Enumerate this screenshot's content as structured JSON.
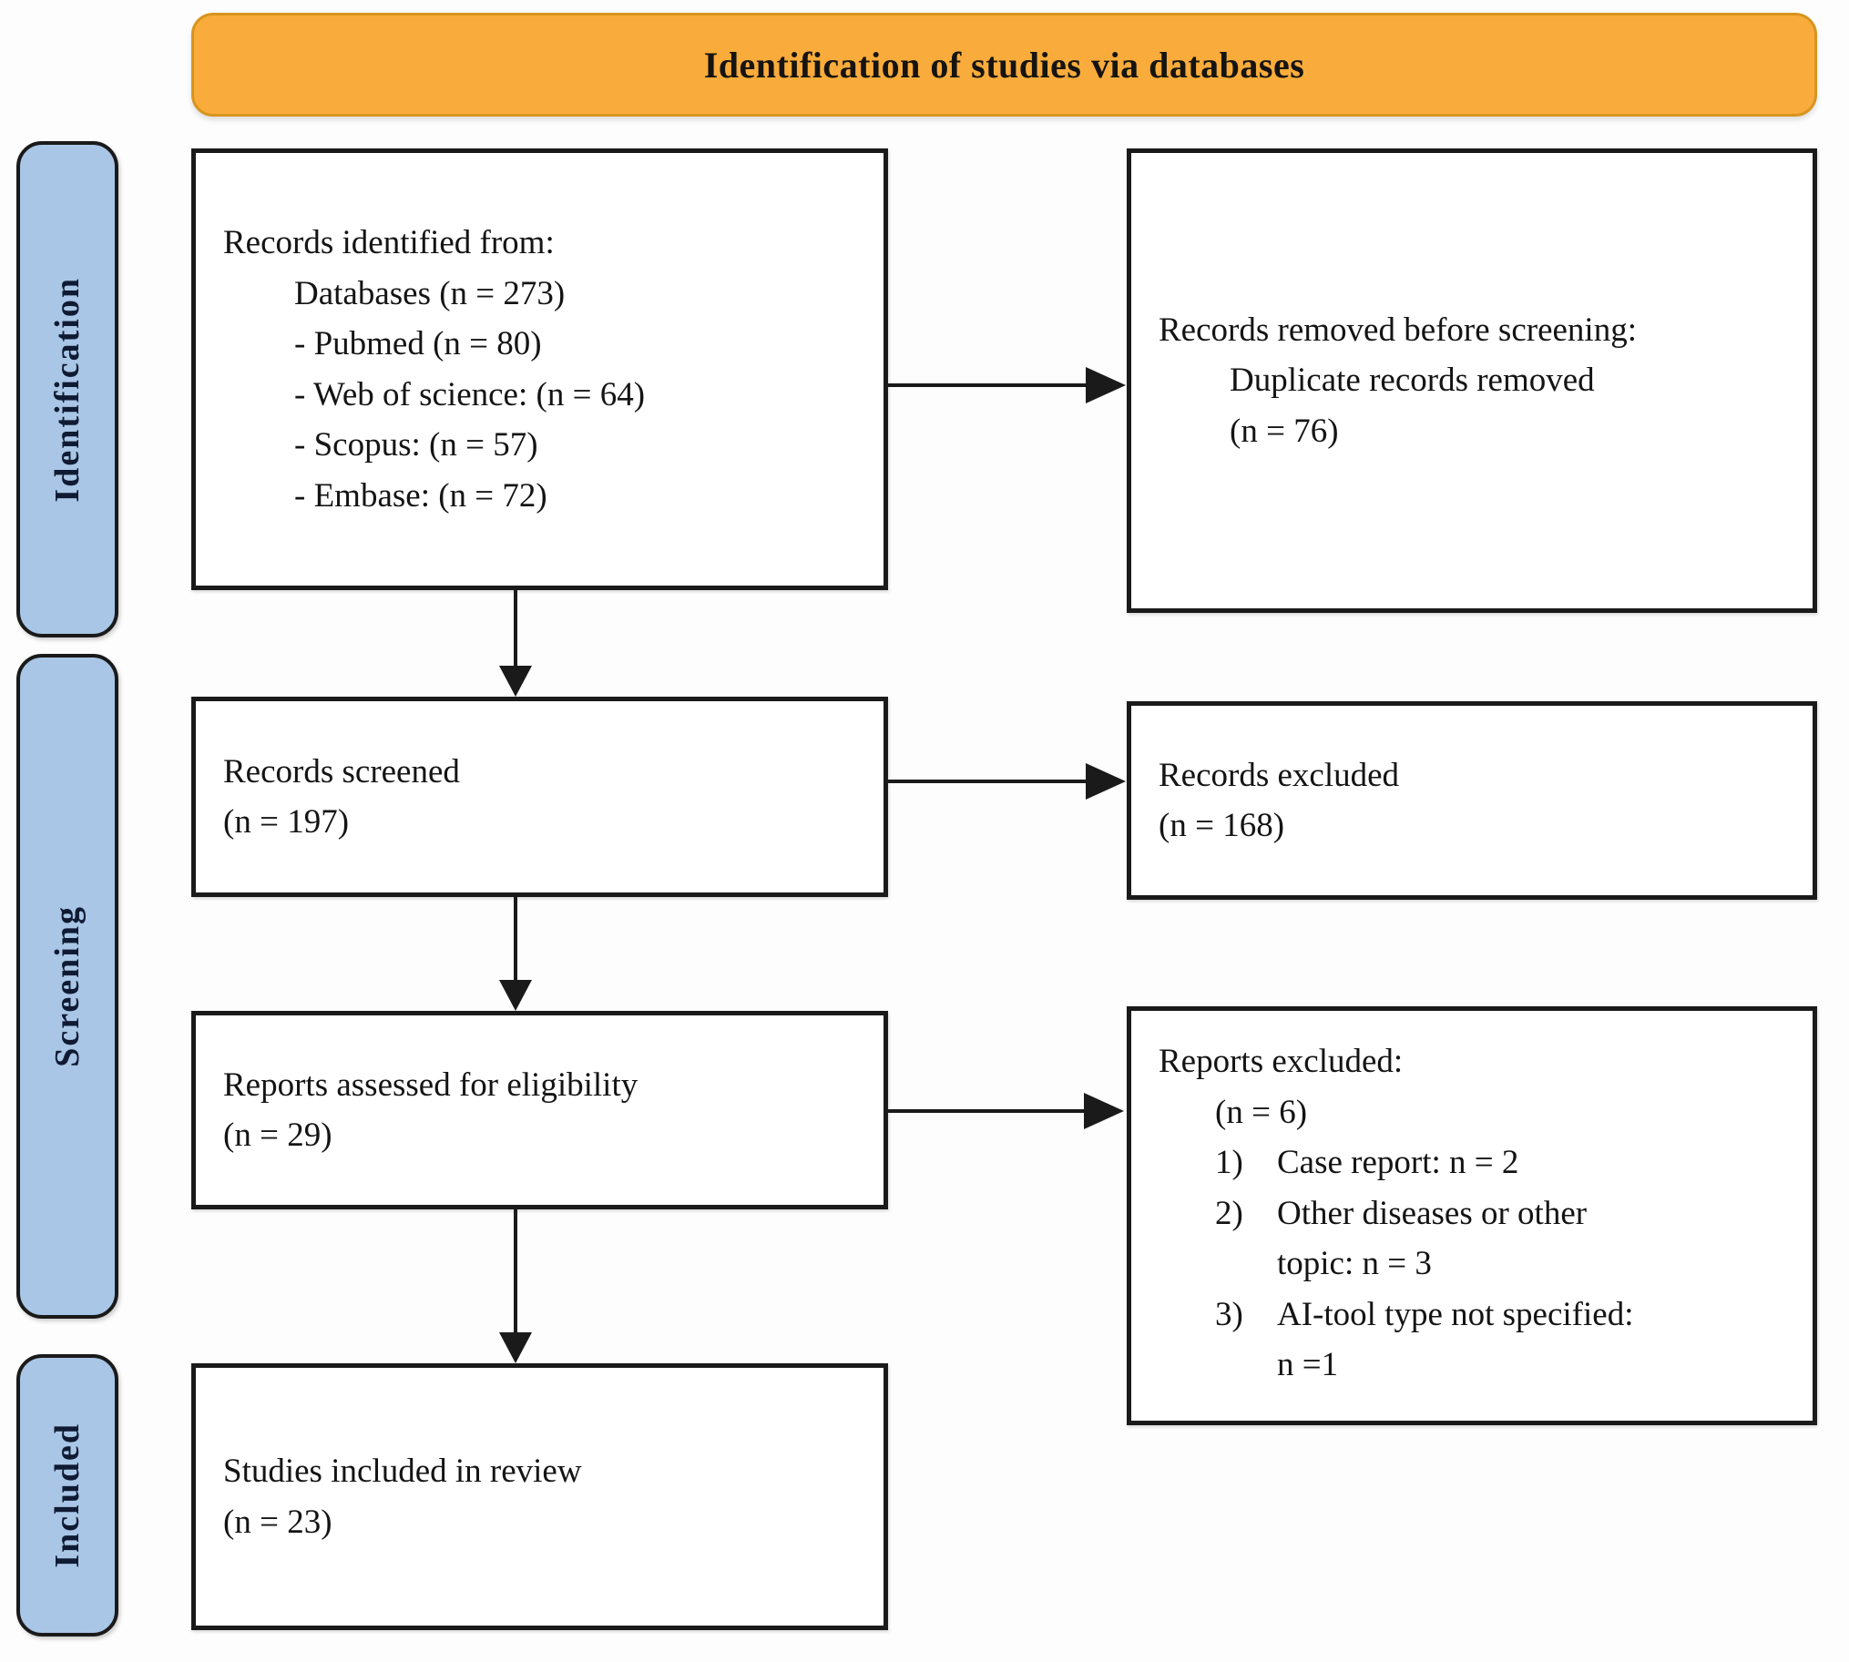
{
  "banner": {
    "title": "Identification of studies via databases"
  },
  "stages": {
    "identification": "Identification",
    "screening": "Screening",
    "included": "Included"
  },
  "boxes": {
    "records_identified": {
      "title": "Records identified from:",
      "lines": [
        "Databases (n = 273)",
        "- Pubmed (n = 80)",
        "- Web of science: (n = 64)",
        "- Scopus: (n = 57)",
        "- Embase: (n = 72)"
      ]
    },
    "records_removed": {
      "title": "Records removed before screening:",
      "lines": [
        "Duplicate records removed",
        "(n = 76)"
      ]
    },
    "records_screened": {
      "lines": [
        "Records screened",
        "(n = 197)"
      ]
    },
    "records_excluded": {
      "lines": [
        "Records excluded",
        "(n = 168)"
      ]
    },
    "reports_assessed": {
      "lines": [
        "Reports assessed for eligibility",
        "(n = 29)"
      ]
    },
    "reports_excluded": {
      "title": "Reports excluded:",
      "count": "(n = 6)",
      "items": [
        {
          "marker": "1)",
          "lines": [
            "Case report: n = 2"
          ]
        },
        {
          "marker": "2)",
          "lines": [
            "Other diseases or other",
            "topic: n = 3"
          ]
        },
        {
          "marker": "3)",
          "lines": [
            "AI-tool type not specified:",
            "n =1"
          ]
        }
      ]
    },
    "studies_included": {
      "lines": [
        "Studies included in review",
        "(n = 23)"
      ]
    }
  },
  "colors": {
    "banner_fill": "#F9AC3C",
    "banner_border": "#D8941F",
    "stage_fill": "#A9C6E6",
    "outline": "#1A1A1A",
    "stage_text": "#101B33"
  }
}
